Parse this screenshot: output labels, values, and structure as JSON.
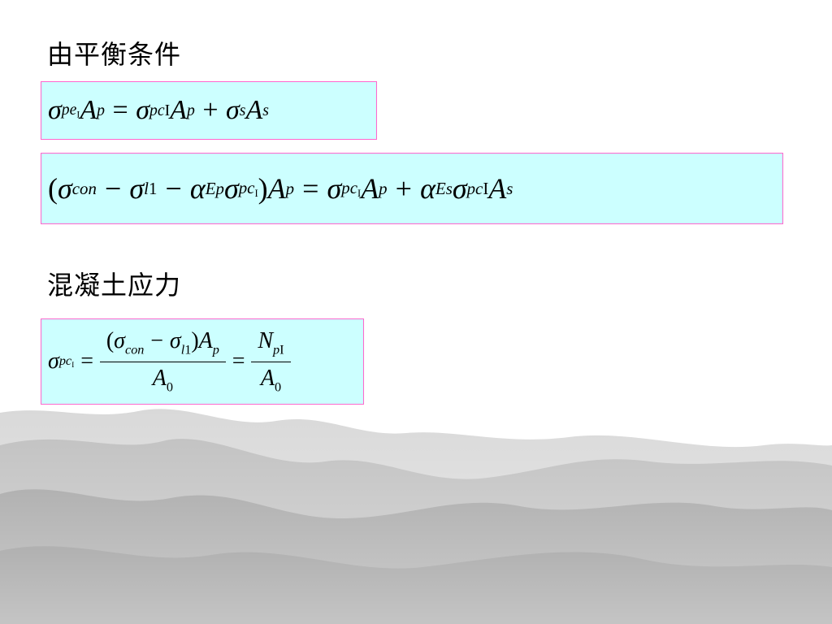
{
  "headings": {
    "equilibrium": "由平衡条件",
    "concrete_stress": "混凝土应力"
  },
  "glyphs": {
    "sigma": "σ",
    "alpha": "α",
    "A": "A",
    "N": "N",
    "eq": "=",
    "plus": "+",
    "minus": "−",
    "lparen": "(",
    "rparen": ")"
  },
  "subs": {
    "pe": "pe",
    "I": "I",
    "p": "p",
    "pc": "pc",
    "s": "s",
    "con": "con",
    "l": "l",
    "one": "1",
    "Ep": "Ep",
    "Es": "Es",
    "zero": "0"
  },
  "colors": {
    "box_fill": "#ccffff",
    "box_border": "#ff66cc"
  }
}
